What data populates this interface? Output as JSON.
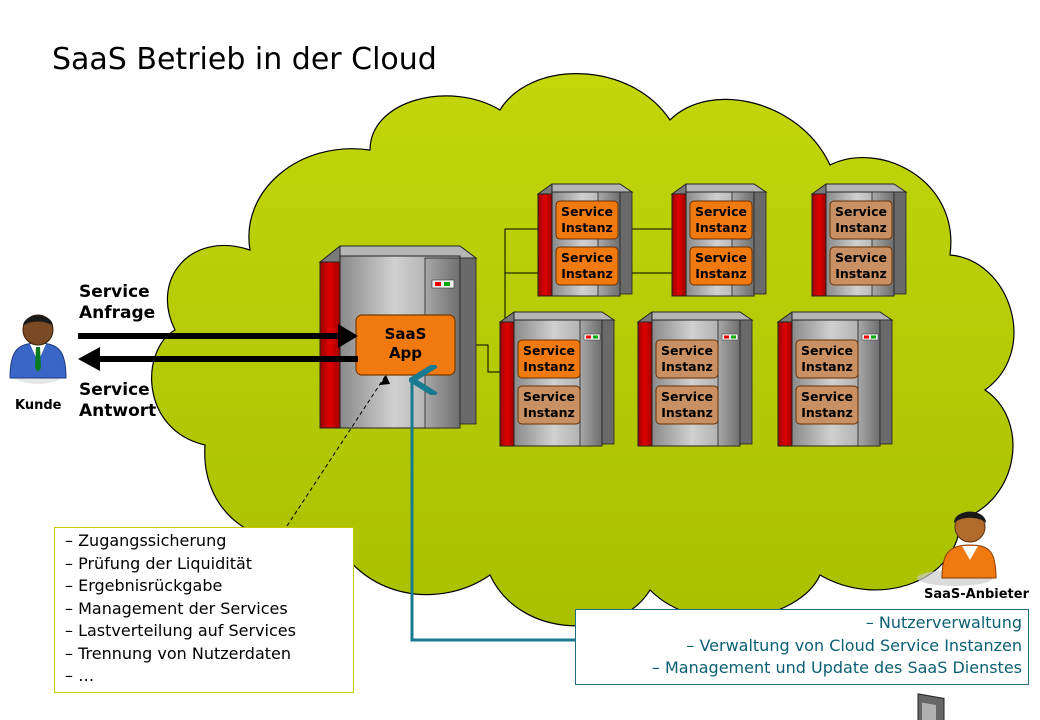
{
  "title": "SaaS Betrieb in der Cloud",
  "customer": {
    "label": "Kunde"
  },
  "request": {
    "line1": "Service",
    "line2": "Anfrage"
  },
  "response": {
    "line1": "Service",
    "line2": "Antwort"
  },
  "saas_app": {
    "line1": "SaaS",
    "line2": "App"
  },
  "instance": {
    "line1": "Service",
    "line2": "Instanz"
  },
  "servers": [
    {
      "id": "s1",
      "instances": [
        {
          "active": true
        },
        {
          "active": true
        }
      ]
    },
    {
      "id": "s2",
      "instances": [
        {
          "active": true
        },
        {
          "active": true
        }
      ]
    },
    {
      "id": "s3",
      "instances": [
        {
          "active": false
        },
        {
          "active": false
        }
      ]
    },
    {
      "id": "s4",
      "instances": [
        {
          "active": true
        },
        {
          "active": false
        }
      ]
    },
    {
      "id": "s5",
      "instances": [
        {
          "active": false
        },
        {
          "active": false
        }
      ]
    },
    {
      "id": "s6",
      "instances": [
        {
          "active": false
        },
        {
          "active": false
        }
      ]
    }
  ],
  "app_tasks": [
    "– Zugangssicherung",
    "– Prüfung der Liquidität",
    "– Ergebnisrückgabe",
    "– Management der Services",
    "– Lastverteilung auf Services",
    "– Trennung von Nutzerdaten",
    "– …"
  ],
  "provider": {
    "label": "SaaS-Anbieter"
  },
  "provider_tasks": [
    "– Nutzerverwaltung",
    "– Verwaltung von Cloud Service Instanzen",
    "– Management und Update des SaaS Dienstes"
  ],
  "colors": {
    "cloud": "#b5cc00",
    "instance_active": "#f07a10",
    "instance_inactive": "#c99063",
    "server_red": "#d90000",
    "provider_line": "#1a7a90"
  }
}
